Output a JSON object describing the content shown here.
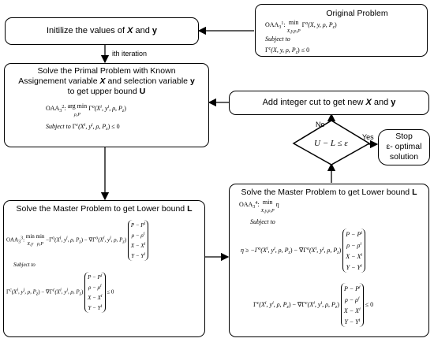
{
  "boxes": {
    "original": {
      "title": "Original Problem",
      "obj_name": "OAA",
      "obj_sub": "3",
      "obj_sup": "1",
      "argmin": "min",
      "argmin_under": "X,y,ρ,P",
      "fn": "Γ",
      "fn_sup": "o",
      "args": "(X, y, ρ, P",
      "args_end": ")",
      "subject_to": "Subject to",
      "constraint": "Γ",
      "constraint_sup": "c",
      "constraint_args": "(X, y, ρ, P",
      "constraint_end": ") ≤ 0"
    },
    "init": {
      "text": "Initilize the values of ",
      "var_x": "X",
      "and": " and ",
      "var_y": "y"
    },
    "primal": {
      "line1": "Solve the Primal Problem with Known",
      "line2a": "Assignement variable ",
      "var_x": "X",
      "line2b": " and selection variable ",
      "var_y": "y",
      "line3a": "to get upper bound ",
      "var_u": "U",
      "obj_name": "OAA",
      "obj_sub": "3",
      "obj_sup": "2",
      "op": "arg min",
      "op_under": "ρ,P",
      "fn": "Γ",
      "fn_sup": "o",
      "args": "(X",
      "args2": ", y",
      "args3": ", ρ, P",
      "subject_to": "Subject to",
      "constraint_fn": "Γ",
      "constraint_sup": "c",
      "constraint_args": "(X",
      "constraint_args2": ", y",
      "constraint_args3": ", ρ, P",
      "constraint_end": ") ≤ 0"
    },
    "cut": {
      "text": "Add integer cut to get new ",
      "var_x": "X",
      "and": " and ",
      "var_y": "y"
    },
    "stop": {
      "line1": "Stop",
      "line2": "ε- optimal",
      "line3": "solution"
    },
    "decision": {
      "expr": "U − L ≤ ε"
    },
    "master_left": {
      "title": "Solve the Master Problem to get Lower bound ",
      "var_l": "L",
      "obj_name": "OAA",
      "obj_sub": "3",
      "obj_sup": "3",
      "min1": "min",
      "min1_under": "X,y",
      "min2": "min",
      "min2_under": "ρ,P",
      "objective": "−Γ",
      "objective_mid": "(X",
      "objective_mid2": ", y",
      "objective_mid3": ", ρ, P",
      "objective_mid4": ") − ∇Γ",
      "objective_mid5": "(X",
      "objective_mid6": ", y",
      "objective_mid7": ", ρ, P",
      "objective_end": ")",
      "subject_to": "Subject to",
      "constraint_fn": "Γ",
      "constraint_a": "(X",
      "constraint_b": ", y",
      "constraint_c": ", ρ, P",
      "constraint_d": ") − ∇Γ",
      "constraint_e": "(X",
      "constraint_f": ", y",
      "constraint_g": ", ρ, P",
      "constraint_h": ")",
      "leq": "≤ 0",
      "vec": [
        "P − P",
        "ρ − ρ",
        "X − X",
        "Y − Y"
      ]
    },
    "master_right": {
      "title": "Solve the Master Problem to get Lower bound ",
      "var_l": "L",
      "obj_name": "OAA",
      "obj_sub": "3",
      "obj_sup": "4",
      "min": "min",
      "min_under": "X,y,ρ,P",
      "eta": "η",
      "subject_to": "Subject to",
      "c1a": "η ≥ −Γ",
      "c1b": "(X",
      "c1c": ", y",
      "c1d": ", ρ, P",
      "c1e": ") − ∇Γ",
      "c1f": "(X",
      "c1g": ", y",
      "c1h": ", ρ, P",
      "c1i": ")",
      "c2a": "Γ",
      "c2b": "(X",
      "c2c": ", y",
      "c2d": ", ρ, P",
      "c2e": ") − ∇Γ",
      "c2f": "(X",
      "c2g": ", y",
      "c2h": ", ρ, P",
      "c2i": ")",
      "leq": "≤ 0",
      "vec": [
        "P − P",
        "ρ − ρ",
        "X − X",
        "Y − Y"
      ]
    }
  },
  "labels": {
    "iteration": "ith iteration",
    "no": "No",
    "yes": "Yes"
  }
}
